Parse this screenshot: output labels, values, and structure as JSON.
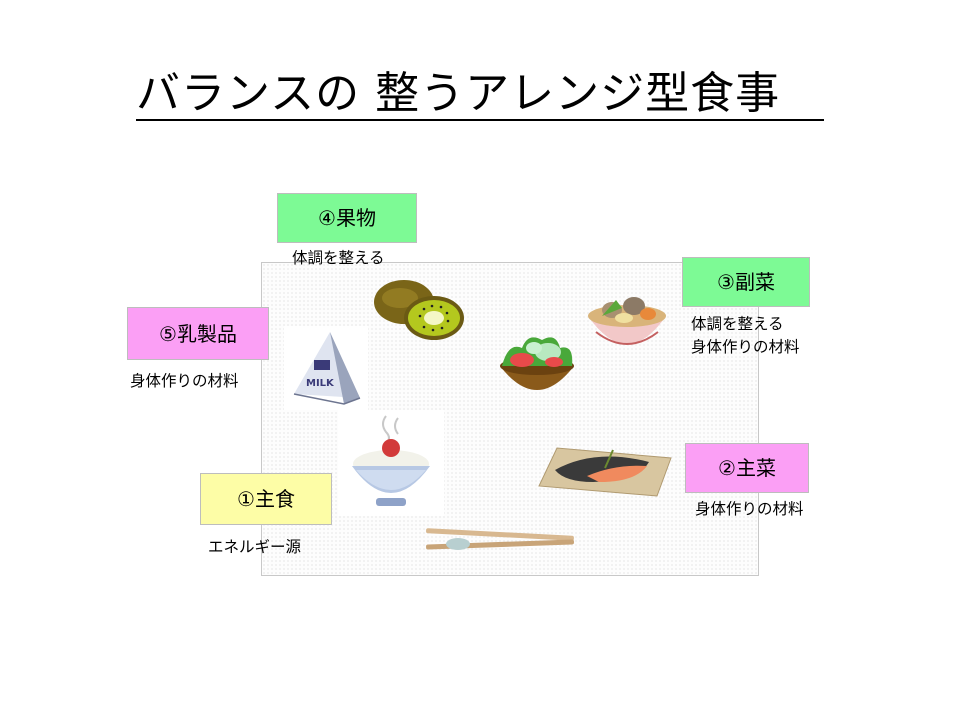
{
  "title": "バランスの 整うアレンジ型食事",
  "items": [
    {
      "label": "④果物",
      "desc": [
        "体調を整える"
      ],
      "color": "#7dfa95"
    },
    {
      "label": "③副菜",
      "desc": [
        "体調を整える",
        "身体作りの材料"
      ],
      "color": "#7dfa95"
    },
    {
      "label": "⑤乳製品",
      "desc": [
        "身体作りの材料"
      ],
      "color": "#fb9ff5"
    },
    {
      "label": "②主菜",
      "desc": [
        "身体作りの材料"
      ],
      "color": "#fb9ff5"
    },
    {
      "label": "①主食",
      "desc": [
        "エネルギー源"
      ],
      "color": "#fdfda6"
    }
  ],
  "milk_text": "MILK",
  "icons": [
    "kiwi-icon",
    "salad-icon",
    "stew-bowl-icon",
    "milk-carton-icon",
    "rice-bowl-icon",
    "grilled-fish-icon",
    "chopsticks-icon"
  ]
}
